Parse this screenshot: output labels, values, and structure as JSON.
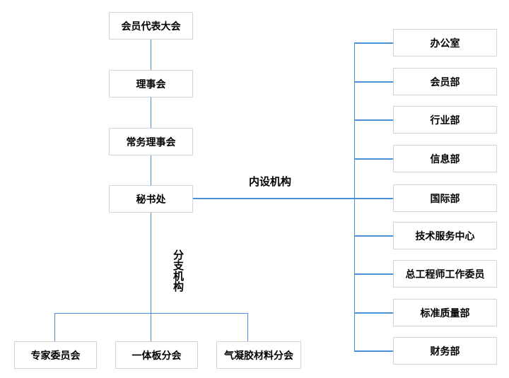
{
  "diagram": {
    "type": "org-chart",
    "main_chain": [
      "会员代表大会",
      "理事会",
      "常务理事会",
      "秘书处"
    ],
    "labels": {
      "internal": "内设机构",
      "branch": "分支机构"
    },
    "internal_departments": [
      "办公室",
      "会员部",
      "行业部",
      "信息部",
      "国际部",
      "技术服务中心",
      "总工程师工作委员",
      "标准质量部",
      "财务部"
    ],
    "branches": [
      "专家委员会",
      "一体板分会",
      "气凝胶材料分会"
    ],
    "colors": {
      "connector": "#4a90d9",
      "box_border": "#d3d3d3",
      "box_background": "#ffffff",
      "text": "#000000",
      "page_background": "#ffffff"
    }
  }
}
